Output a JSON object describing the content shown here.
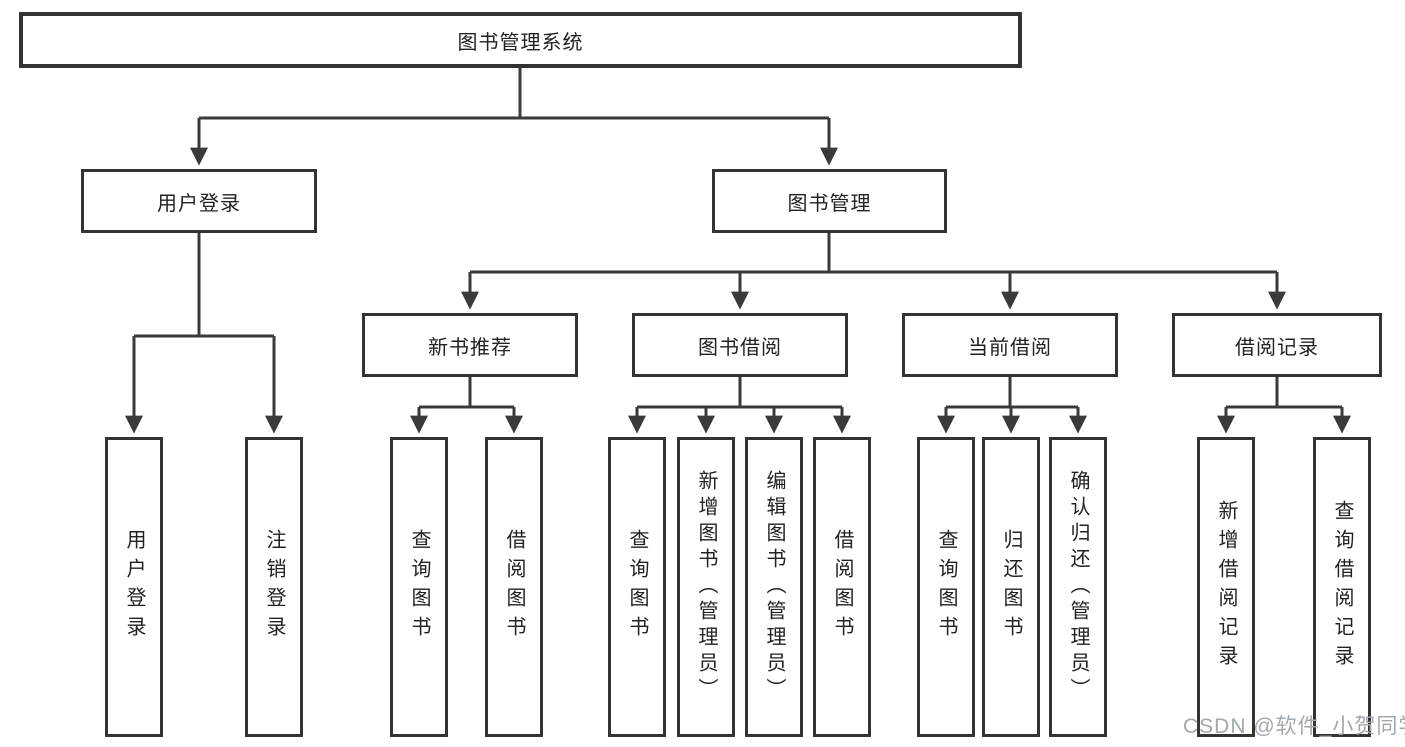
{
  "colors": {
    "line": "#3a3a3a",
    "box_border": "#333333",
    "text": "#222222",
    "watermark": "#a2a8b0",
    "background": "#ffffff"
  },
  "diagram": {
    "type": "hierarchy-tree",
    "root": {
      "label": "图书管理系统"
    },
    "branches": [
      {
        "label": "用户登录",
        "children": [
          {
            "label": "用户登录"
          },
          {
            "label": "注销登录"
          }
        ]
      },
      {
        "label": "图书管理",
        "children": [
          {
            "label": "新书推荐",
            "children": [
              {
                "label": "查询图书"
              },
              {
                "label": "借阅图书"
              }
            ]
          },
          {
            "label": "图书借阅",
            "children": [
              {
                "label": "查询图书"
              },
              {
                "label": "新增图书（管理员）"
              },
              {
                "label": "编辑图书（管理员）"
              },
              {
                "label": "借阅图书"
              }
            ]
          },
          {
            "label": "当前借阅",
            "children": [
              {
                "label": "查询图书"
              },
              {
                "label": "归还图书"
              },
              {
                "label": "确认归还（管理员）"
              }
            ]
          },
          {
            "label": "借阅记录",
            "children": [
              {
                "label": "新增借阅记录"
              },
              {
                "label": "查询借阅记录"
              }
            ]
          }
        ]
      }
    ]
  },
  "watermark": {
    "text": "CSDN @软件_小贺同学"
  }
}
